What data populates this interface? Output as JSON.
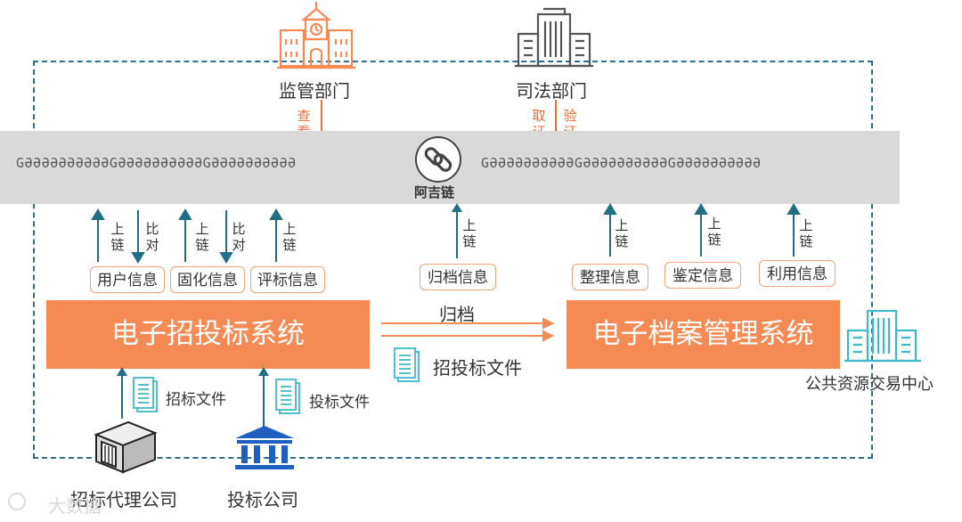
{
  "regulator": {
    "label": "监管部门",
    "action": "查看"
  },
  "judicial": {
    "label": "司法部门",
    "action1": "取证",
    "action2": "验证"
  },
  "blockchain": {
    "label": "阿吉链",
    "chain_text": "GƏƏƏƏƏƏƏƏƏƏGƏƏƏƏƏƏƏƏƏƏGƏƏƏƏƏƏƏƏƏƏ"
  },
  "tender_system": {
    "label": "电子招投标系统",
    "info": [
      "用户信息",
      "固化信息",
      "评标信息"
    ],
    "arrows": {
      "upload": "上链",
      "compare": "比对"
    }
  },
  "archive_system": {
    "label": "电子档案管理系统",
    "info": [
      "整理信息",
      "鉴定信息",
      "利用信息"
    ]
  },
  "archive_info": "归档信息",
  "archive_flow": {
    "label": "归档",
    "file": "招投标文件"
  },
  "tender_file": "招标文件",
  "bid_file": "投标文件",
  "agency": "招标代理公司",
  "bidder": "投标公司",
  "exchange_center": "公共资源交易中心",
  "watermark": "大数据",
  "colors": {
    "orange": "#f58a55",
    "teal_arrow": "#1f6e86",
    "light_orange": "#f0a27a",
    "teal_icon": "#3fb8c9"
  }
}
